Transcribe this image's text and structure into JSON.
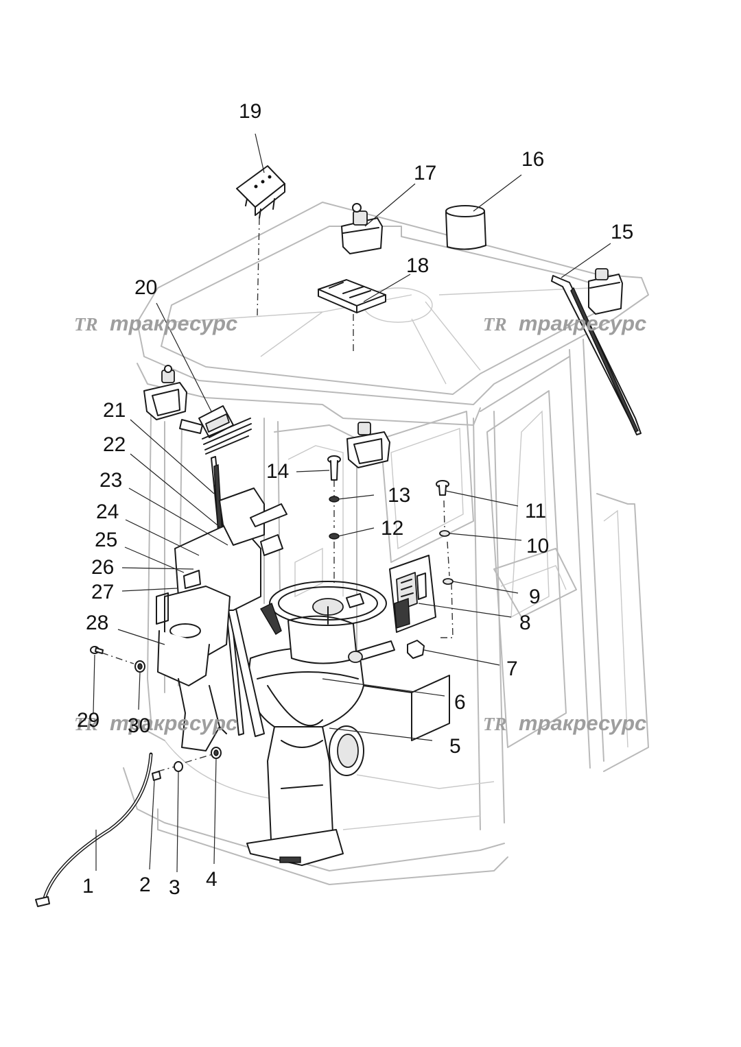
{
  "watermark": {
    "text": "тракресурс",
    "logo": "TR"
  },
  "callouts": [
    {
      "n": "1"
    },
    {
      "n": "2"
    },
    {
      "n": "3"
    },
    {
      "n": "4"
    },
    {
      "n": "5"
    },
    {
      "n": "6"
    },
    {
      "n": "7"
    },
    {
      "n": "8"
    },
    {
      "n": "9"
    },
    {
      "n": "10"
    },
    {
      "n": "11"
    },
    {
      "n": "12"
    },
    {
      "n": "13"
    },
    {
      "n": "14"
    },
    {
      "n": "15"
    },
    {
      "n": "16"
    },
    {
      "n": "17"
    },
    {
      "n": "18"
    },
    {
      "n": "19"
    },
    {
      "n": "20"
    },
    {
      "n": "21"
    },
    {
      "n": "22"
    },
    {
      "n": "23"
    },
    {
      "n": "24"
    },
    {
      "n": "25"
    },
    {
      "n": "26"
    },
    {
      "n": "27"
    },
    {
      "n": "28"
    },
    {
      "n": "29"
    },
    {
      "n": "30"
    }
  ]
}
